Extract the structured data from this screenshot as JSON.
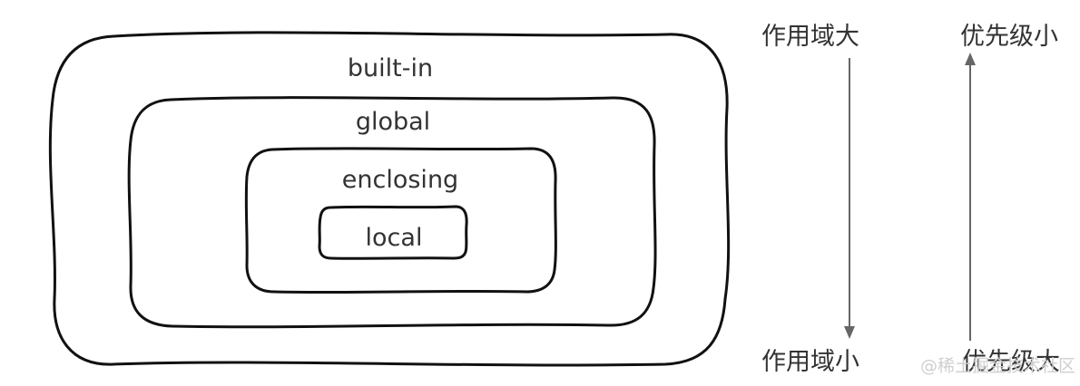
{
  "scopes": {
    "builtin": "built-in",
    "global": "global",
    "enclosing": "enclosing",
    "local": "local"
  },
  "scope_axis": {
    "top": "作用域大",
    "bottom": "作用域小"
  },
  "priority_axis": {
    "top": "优先级小",
    "bottom": "优先级大"
  },
  "watermark": "@稀土掘金技术社区",
  "colors": {
    "outline": "#111111",
    "text": "#333333",
    "arrow": "#666666",
    "watermark": "#cfcfcf"
  }
}
